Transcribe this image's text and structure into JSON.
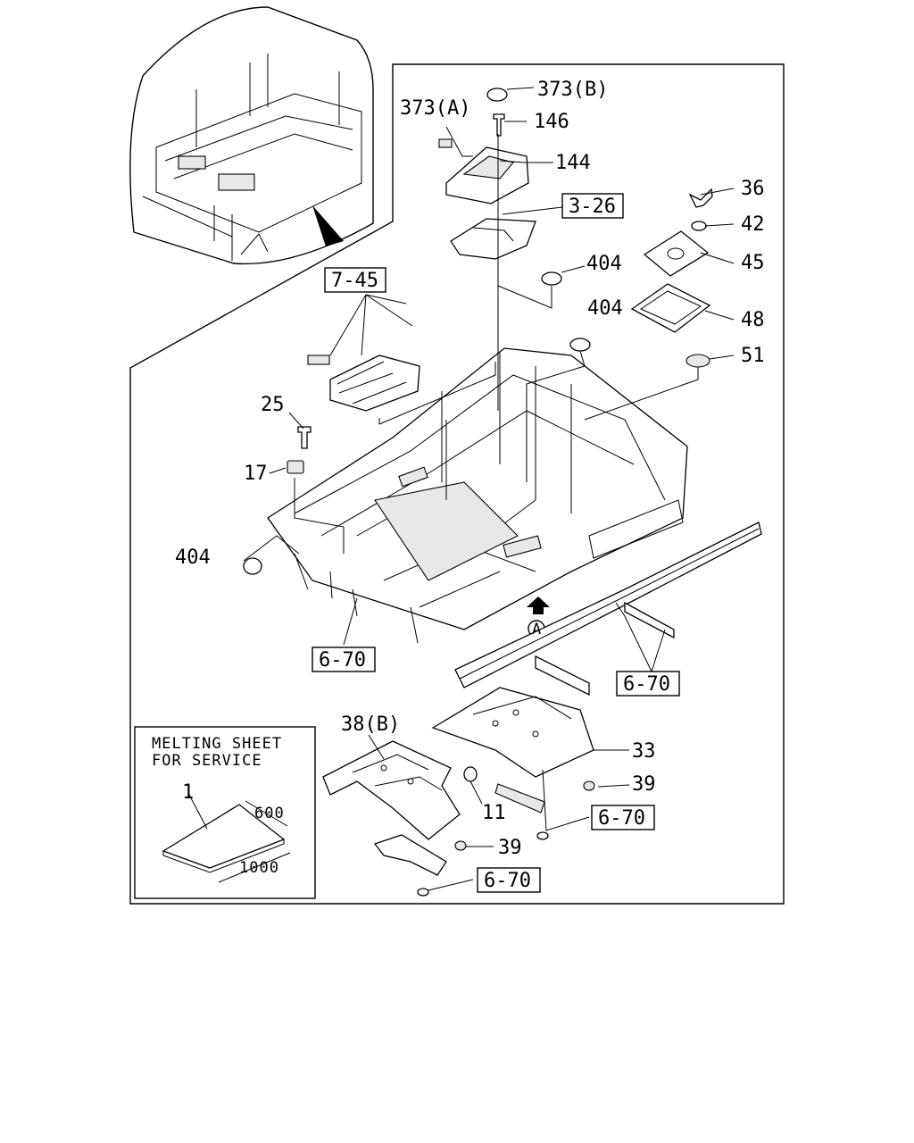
{
  "callouts": {
    "c373b": "373(B)",
    "c373a": "373(A)",
    "c146": "146",
    "c144": "144",
    "c326": "3-26",
    "c36": "36",
    "c42": "42",
    "c45": "45",
    "c404a": "404",
    "c745": "7-45",
    "c404b": "404",
    "c48": "48",
    "c51": "51",
    "c25": "25",
    "c17": "17",
    "c404c": "404",
    "c670a": "6-70",
    "cA": "A",
    "c670b": "6-70",
    "c38b": "38(B)",
    "c33": "33",
    "c39a": "39",
    "c11": "11",
    "c670c": "6-70",
    "c39b": "39",
    "c670d": "6-70"
  },
  "inset": {
    "title_line1": "MELTING SHEET",
    "title_line2": "FOR SERVICE",
    "part_no": "1",
    "dim_width": "600",
    "dim_length": "1000"
  }
}
